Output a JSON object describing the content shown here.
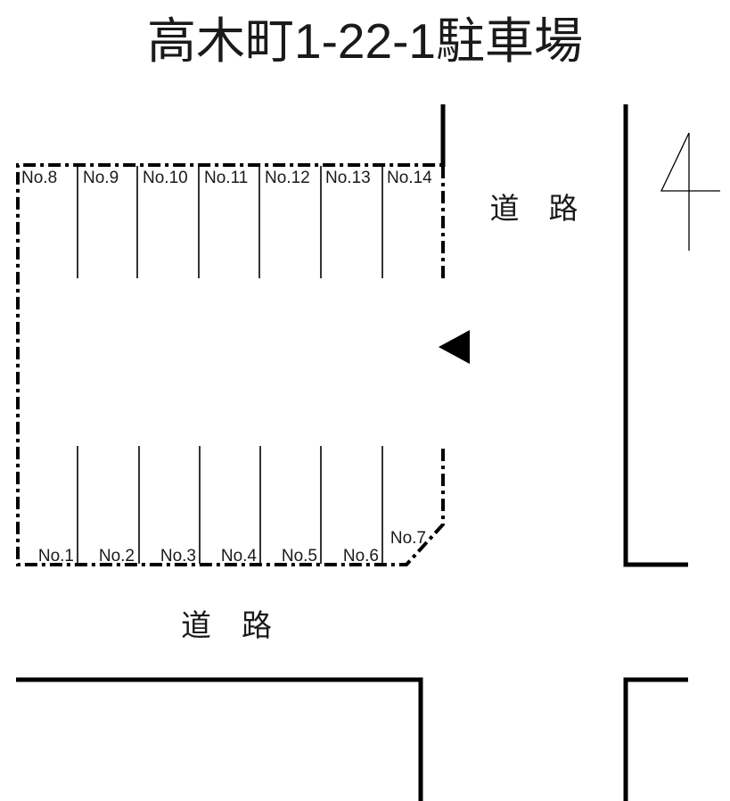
{
  "title": "高木町1-22-1駐車場",
  "colors": {
    "ink": "#000000",
    "text": "#1a1a1a",
    "background": "#ffffff"
  },
  "parking_lot": {
    "top_row": [
      {
        "label": "No.8"
      },
      {
        "label": "No.9"
      },
      {
        "label": "No.10"
      },
      {
        "label": "No.11"
      },
      {
        "label": "No.12"
      },
      {
        "label": "No.13"
      },
      {
        "label": "No.14"
      }
    ],
    "bottom_row": [
      {
        "label": "No.1"
      },
      {
        "label": "No.2"
      },
      {
        "label": "No.3"
      },
      {
        "label": "No.4"
      },
      {
        "label": "No.5"
      },
      {
        "label": "No.6"
      },
      {
        "label": "No.7"
      }
    ]
  },
  "roads": {
    "right_label": "道　路",
    "bottom_label": "道　路"
  },
  "markers": {
    "entrance_arrow": "left-pointing-triangle",
    "corner_digit": "4"
  }
}
